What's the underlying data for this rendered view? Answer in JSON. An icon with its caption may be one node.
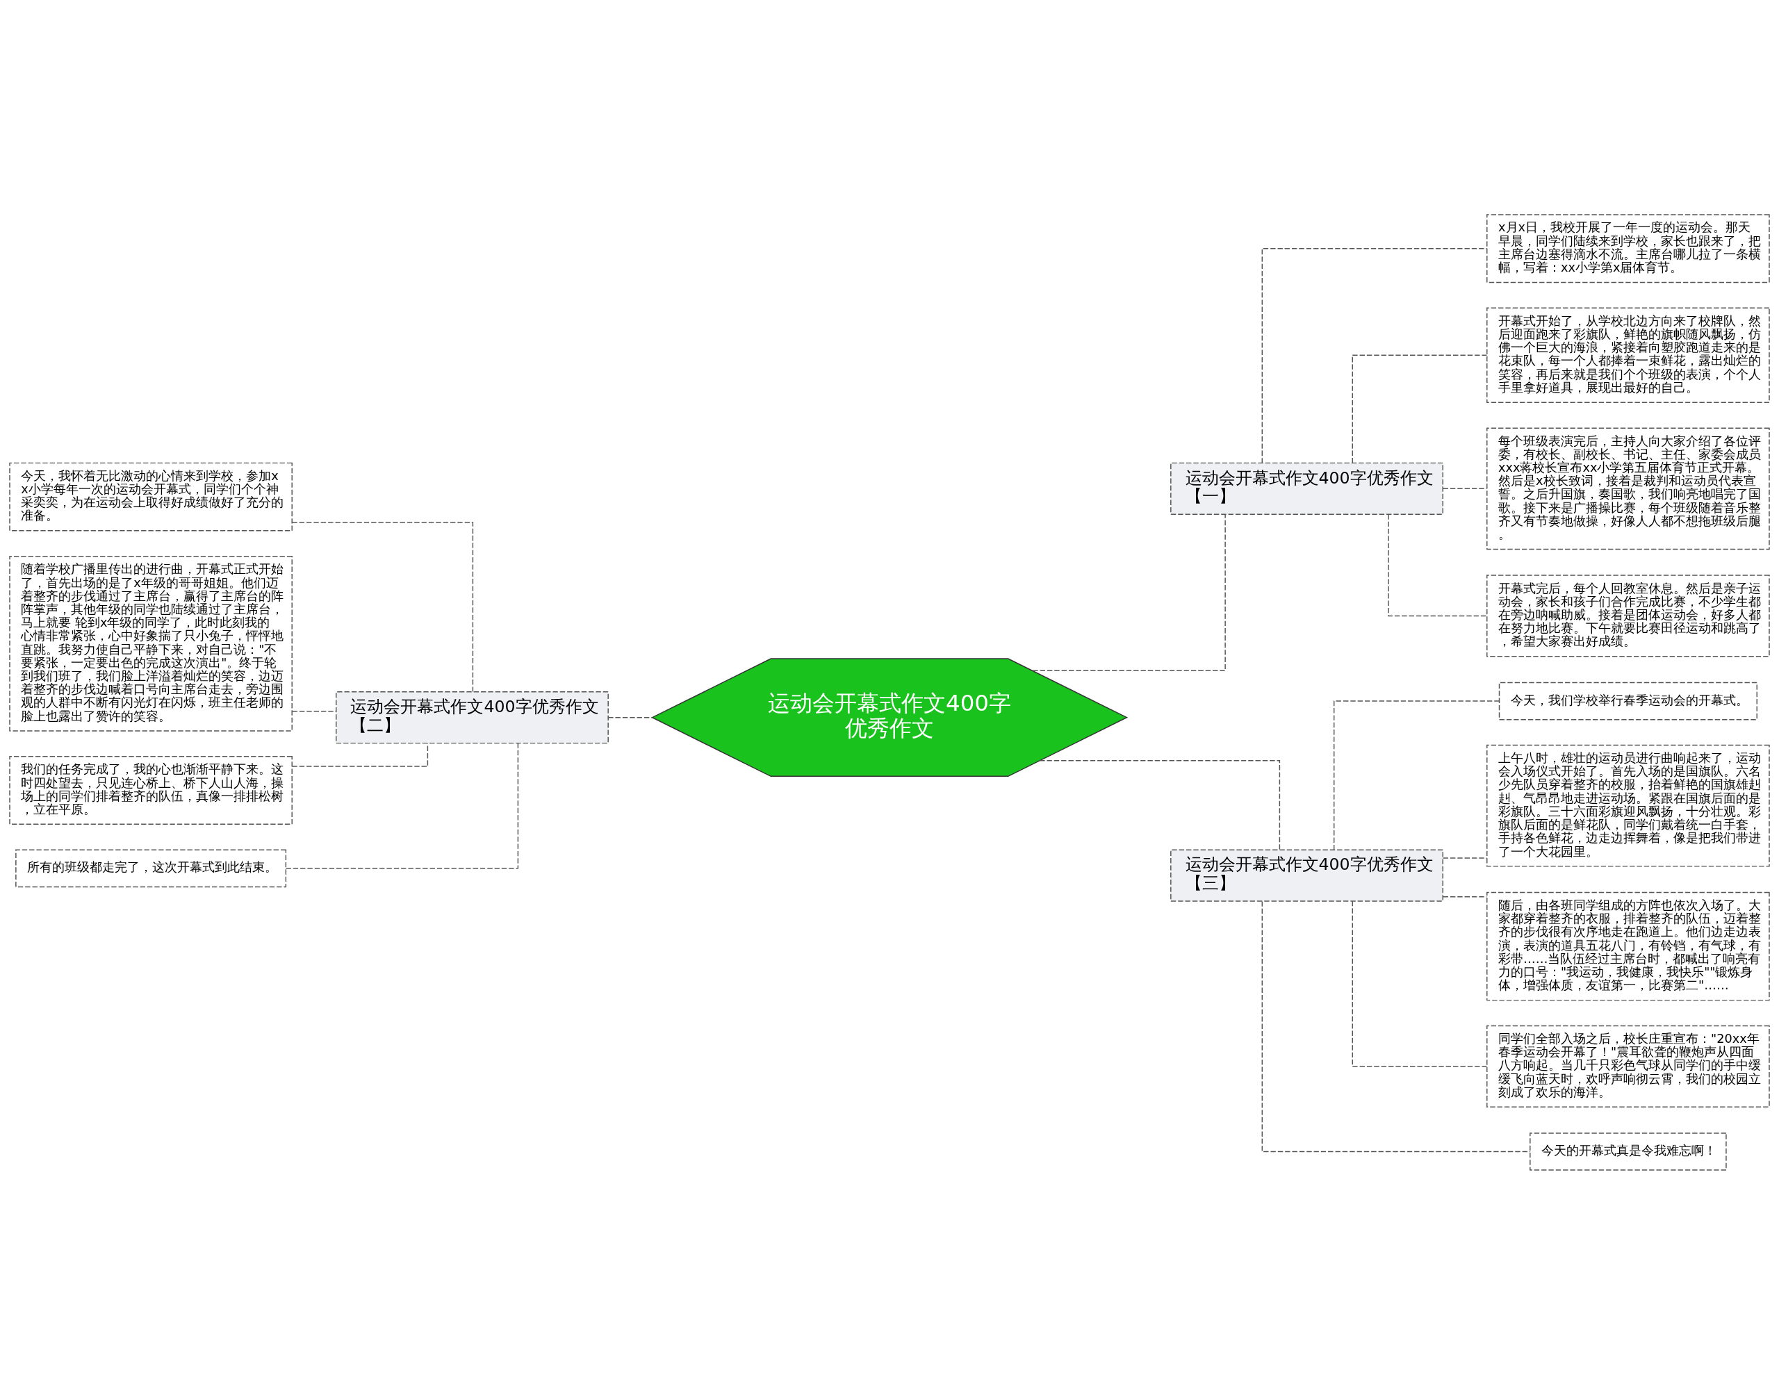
{
  "diagram": {
    "nodes": [
      {
        "text": [
          "运动会开幕式作文400字优秀作文"
        ]
      },
      {
        "text": [
          "运动会开幕式作文400字优秀作文【一】"
        ]
      },
      {
        "text": [
          "x月x日，我校开展了一年一度的运动会。那天早晨，同学们陆续来到学校，家长也跟来了，把主席台边塞得滴水不流。主席台哪儿拉了一条横幅，写着：xx小学第x届体育节。"
        ]
      },
      {
        "text": [
          "开幕式开始了，从学校北边方向来了校牌队，然后迎面跑来了彩旗队，鲜艳的旗帜随风飘扬，仿佛一个巨大的海浪，紧接着向塑胶跑道走来的是花束队，每一个人都捧着一束鲜花，露出灿烂的笑容，再后来就是我们个个班级的表演，个个人手里拿好道具，展现出最好的自己。"
        ]
      },
      {
        "text": [
          "每个班级表演完后，主持人向大家介绍了各位评委，有校长、副校长、书记、主任、家委会成员xxx蒋校长宣布xx小学第五届体育节正式开幕。然后是x校长致词，接着是裁判和运动员代表宣誓。之后升国旗，奏国歌，我们响亮地唱完了国歌。接下来是广播操比赛，每个班级随着音乐整齐又有节奏地做操，好像人人都不想拖班级后腿。"
        ]
      },
      {
        "text": [
          "开幕式完后，每个人回教室休息。然后是亲子运动会，家长和孩子们合作完成比赛，不少学生都在旁边呐喊助威。接着是团体运动会，好多人都在努力地比赛。下午就要比赛田径运动和跳高了，希望大家赛出好成绩。"
        ]
      },
      {
        "text": [
          "运动会开幕式作文400字优秀作文【二】"
        ]
      },
      {
        "text": [
          "今天，我怀着无比激动的心情来到学校，参加xx小学每年一次的运动会开幕式，同学们个个神采奕奕，为在运动会上取得好成绩做好了充分的准备。"
        ]
      },
      {
        "text": [
          "随着学校广播里传出的进行曲，开幕式正式开始了，首先出场的是了x年级的哥哥姐姐。他们迈着整齐的步伐通过了主席台，赢得了主席台的阵阵掌声，其他年级的同学也陆续通过了主席台，马上就要 轮到x年级的同学了，此时此刻我的心情非常紧张，心中好象揣了只小兔子，怦怦地直跳。我努力使自己平静下来，对自己说：\"不要紧张，一定要出色的完成这次演出\"。终于轮到我们班了，我们脸上洋溢着灿烂的笑容，边迈着整齐的步伐边喊着口号向主席台走去，旁边围观的人群中不断有闪光灯在闪烁，班主任老师的脸上也露出了赞许的笑容。"
        ]
      },
      {
        "text": [
          "我们的任务完成了，我的心也渐渐平静下来。这时四处望去，只见连心桥上、桥下人山人海，操场上的同学们排着整齐的队伍，真像一排排松树，立在平原。"
        ]
      },
      {
        "text": [
          "所有的班级都走完了，这次开幕式到此结束。"
        ]
      },
      {
        "text": [
          "运动会开幕式作文400字优秀作文【三】"
        ]
      },
      {
        "text": [
          "今天，我们学校举行春季运动会的开幕式。"
        ]
      },
      {
        "text": [
          "上午八时，雄壮的运动员进行曲响起来了，运动会入场仪式开始了。首先入场的是国旗队。六名少先队员穿着整齐的校服，抬着鲜艳的国旗雄赳赳、气昂昂地走进运动场。紧跟在国旗后面的是彩旗队。三十六面彩旗迎风飘扬，十分壮观。彩旗队后面的是鲜花队，同学们戴着统一白手套，手持各色鲜花，边走边挥舞着，像是把我们带进了一个大花园里。"
        ]
      },
      {
        "text": [
          "随后，由各班同学组成的方阵也依次入场了。大家都穿着整齐的衣服，排着整齐的队伍，迈着整齐的步伐很有次序地走在跑道上。他们边走边表演，表演的道具五花八门，有铃铛，有气球，有彩带……当队伍经过主席台时，都喊出了响亮有力的口号：\"我运动，我健康，我快乐\"\"锻炼身体，增强体质，友谊第一，比赛第二\"……"
        ]
      },
      {
        "text": [
          "同学们全部入场之后，校长庄重宣布：\"20xx年春季运动会开幕了！\"震耳欲聋的鞭炮声从四面八方响起。当几千只彩色气球从同学们的手中缓缓飞向蓝天时，欢呼声响彻云霄，我们的校园立刻成了欢乐的海洋。"
        ]
      },
      {
        "text": [
          "今天的开幕式真是令我难忘啊！"
        ]
      }
    ],
    "edges": [
      {
        "from": 0,
        "to": 1,
        "arrow": "none",
        "style": "dashed"
      },
      {
        "from": 1,
        "to": 2,
        "arrow": "none",
        "style": "dashed"
      },
      {
        "from": 1,
        "to": 3,
        "arrow": "none",
        "style": "dashed"
      },
      {
        "from": 1,
        "to": 4,
        "arrow": "none",
        "style": "dashed"
      },
      {
        "from": 1,
        "to": 5,
        "arrow": "none",
        "style": "dashed"
      },
      {
        "from": 0,
        "to": 6,
        "arrow": "none",
        "style": "dashed"
      },
      {
        "from": 6,
        "to": 7,
        "arrow": "none",
        "style": "dashed"
      },
      {
        "from": 6,
        "to": 8,
        "arrow": "none",
        "style": "dashed"
      },
      {
        "from": 6,
        "to": 9,
        "arrow": "none",
        "style": "dashed"
      },
      {
        "from": 6,
        "to": 10,
        "arrow": "none",
        "style": "dashed"
      },
      {
        "from": 0,
        "to": 11,
        "arrow": "none",
        "style": "dashed"
      },
      {
        "from": 11,
        "to": 12,
        "arrow": "none",
        "style": "dashed"
      },
      {
        "from": 11,
        "to": 13,
        "arrow": "none",
        "style": "dashed"
      },
      {
        "from": 11,
        "to": 14,
        "arrow": "none",
        "style": "dashed"
      },
      {
        "from": 11,
        "to": 15,
        "arrow": "none",
        "style": "dashed"
      },
      {
        "from": 11,
        "to": 16,
        "arrow": "none",
        "style": "dashed"
      }
    ]
  }
}
